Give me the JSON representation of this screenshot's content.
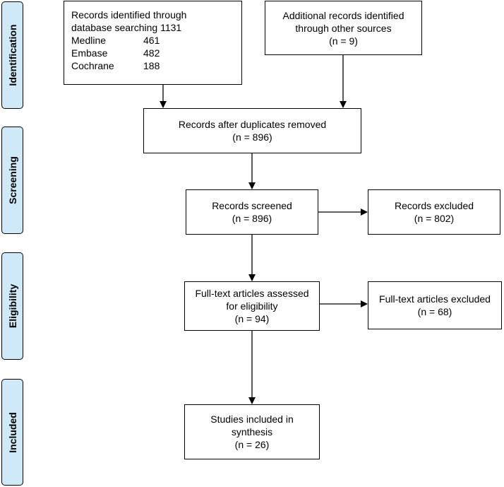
{
  "phases": {
    "identification": "Identification",
    "screening": "Screening",
    "eligibility": "Eligibility",
    "included": "Included"
  },
  "database_box": {
    "line1": "Records identified through",
    "line2": "database searching 1131",
    "sources": [
      {
        "name": "Medline",
        "count": "461"
      },
      {
        "name": "Embase",
        "count": "482"
      },
      {
        "name": "Cochrane",
        "count": "188"
      }
    ]
  },
  "other_box": {
    "line1": "Additional records identified",
    "line2": "through other sources",
    "line3": "(n = 9)"
  },
  "duplicates_box": {
    "line1": "Records after duplicates removed",
    "line2": "(n = 896)"
  },
  "screened_box": {
    "line1": "Records screened",
    "line2": "(n = 896)"
  },
  "excluded_box": {
    "line1": "Records excluded",
    "line2": "(n = 802)"
  },
  "fulltext_box": {
    "line1": "Full-text articles assessed",
    "line2": "for eligibility",
    "line3": "(n = 94)"
  },
  "fulltext_excluded_box": {
    "line1": "Full-text articles excluded",
    "line2": "(n = 68)"
  },
  "included_box": {
    "line1": "Studies included in",
    "line2": "synthesis",
    "line3": "(n = 26)"
  }
}
